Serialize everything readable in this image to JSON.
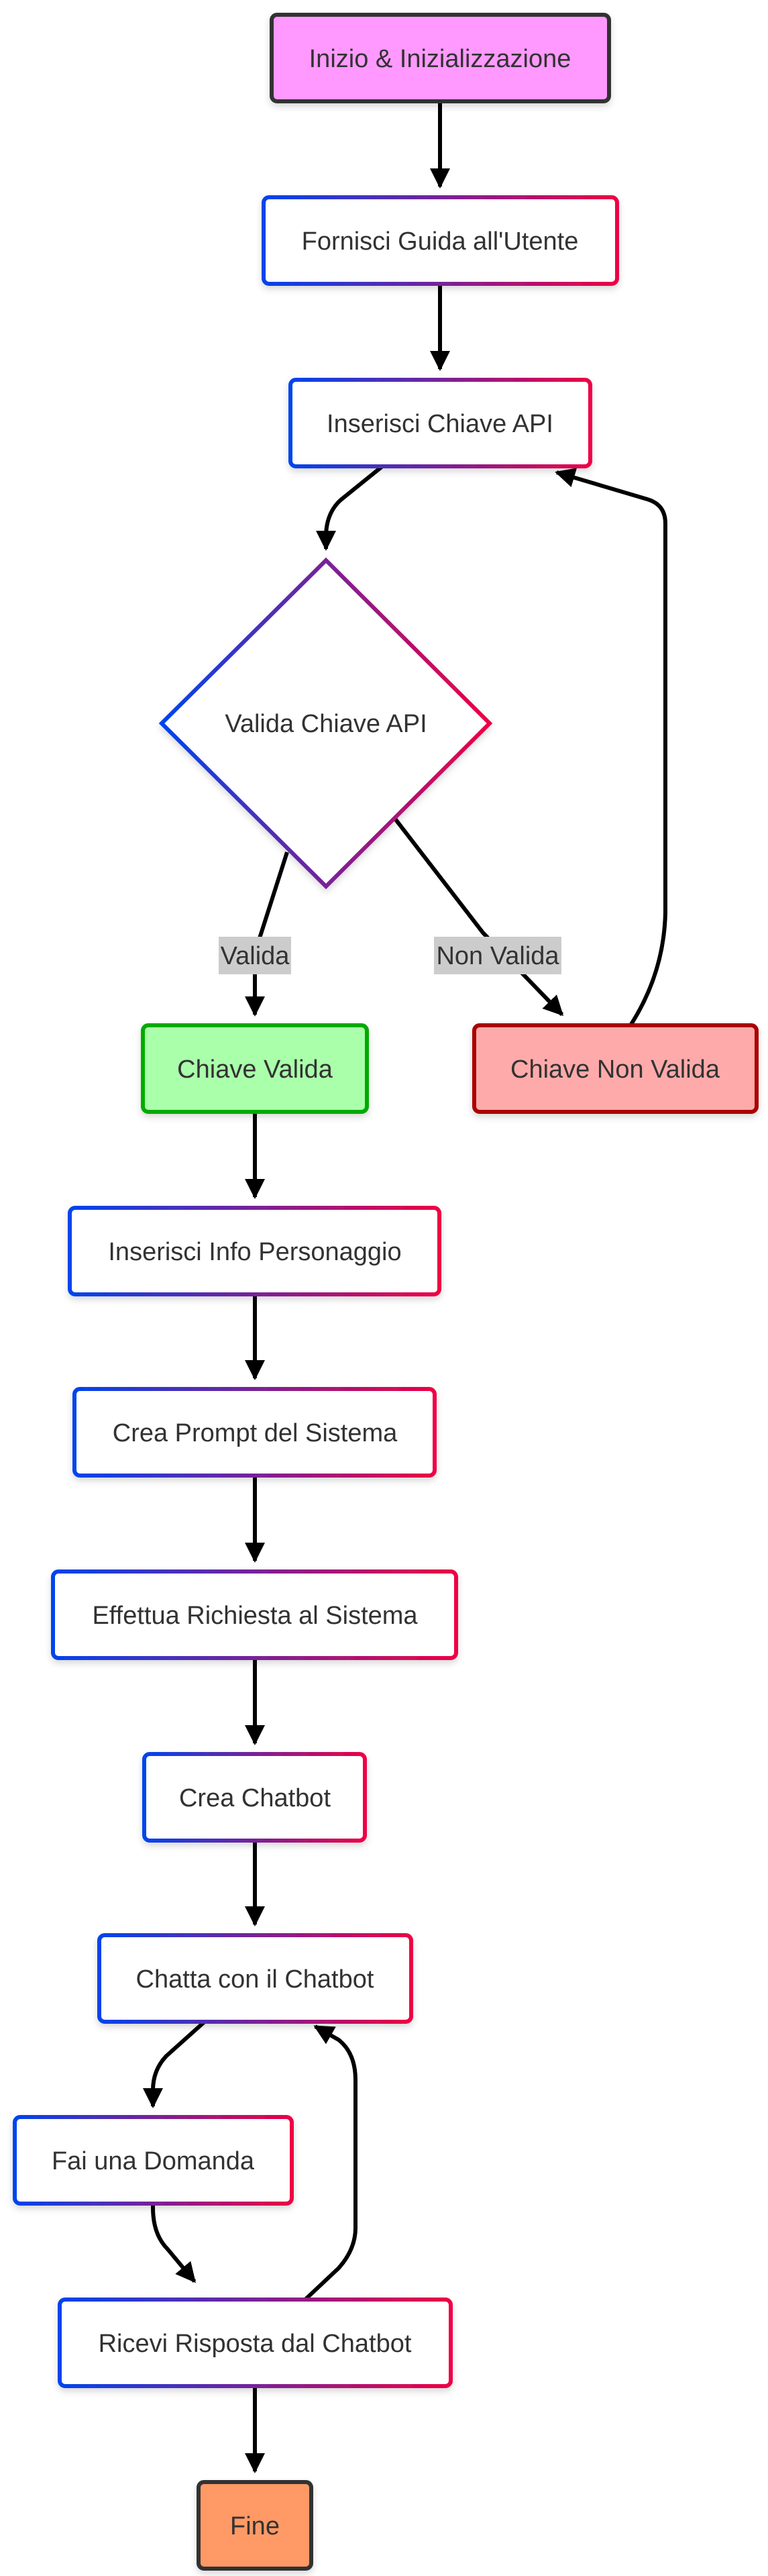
{
  "diagram": {
    "type": "flowchart",
    "direction": "top-down",
    "colors": {
      "gradient_start": "#0044ee",
      "gradient_end": "#ee0044",
      "start_fill": "#ff99ff",
      "start_stroke": "#333333",
      "valid_fill": "#aaffaa",
      "valid_stroke": "#00aa00",
      "invalid_fill": "#ffaaaa",
      "invalid_stroke": "#aa0000",
      "end_fill": "#ff9966",
      "end_stroke": "#333333",
      "edge": "#000000",
      "edge_label_bg": "#cccccc",
      "text": "#333333"
    },
    "nodes": [
      {
        "id": "start",
        "label": "Inizio & Inizializzazione",
        "shape": "rect",
        "style": "start"
      },
      {
        "id": "guide",
        "label": "Fornisci Guida all'Utente",
        "shape": "rect",
        "style": "gradient"
      },
      {
        "id": "apikey",
        "label": "Inserisci Chiave API",
        "shape": "rect",
        "style": "gradient"
      },
      {
        "id": "validate",
        "label": "Valida Chiave API",
        "shape": "diamond",
        "style": "gradient"
      },
      {
        "id": "valid",
        "label": "Chiave Valida",
        "shape": "rect",
        "style": "valid"
      },
      {
        "id": "invalid",
        "label": "Chiave Non Valida",
        "shape": "rect",
        "style": "invalid"
      },
      {
        "id": "charinfo",
        "label": "Inserisci Info Personaggio",
        "shape": "rect",
        "style": "gradient"
      },
      {
        "id": "prompt",
        "label": "Crea Prompt del Sistema",
        "shape": "rect",
        "style": "gradient"
      },
      {
        "id": "request",
        "label": "Effettua Richiesta al Sistema",
        "shape": "rect",
        "style": "gradient"
      },
      {
        "id": "create",
        "label": "Crea Chatbot",
        "shape": "rect",
        "style": "gradient"
      },
      {
        "id": "chat",
        "label": "Chatta con il Chatbot",
        "shape": "rect",
        "style": "gradient"
      },
      {
        "id": "ask",
        "label": "Fai una Domanda",
        "shape": "rect",
        "style": "gradient"
      },
      {
        "id": "receive",
        "label": "Ricevi Risposta dal Chatbot",
        "shape": "rect",
        "style": "gradient"
      },
      {
        "id": "end",
        "label": "Fine",
        "shape": "rect",
        "style": "end"
      }
    ],
    "edges": [
      {
        "from": "start",
        "to": "guide",
        "label": ""
      },
      {
        "from": "guide",
        "to": "apikey",
        "label": ""
      },
      {
        "from": "apikey",
        "to": "validate",
        "label": ""
      },
      {
        "from": "validate",
        "to": "valid",
        "label": "Valida"
      },
      {
        "from": "validate",
        "to": "invalid",
        "label": "Non Valida"
      },
      {
        "from": "invalid",
        "to": "apikey",
        "label": ""
      },
      {
        "from": "valid",
        "to": "charinfo",
        "label": ""
      },
      {
        "from": "charinfo",
        "to": "prompt",
        "label": ""
      },
      {
        "from": "prompt",
        "to": "request",
        "label": ""
      },
      {
        "from": "request",
        "to": "create",
        "label": ""
      },
      {
        "from": "create",
        "to": "chat",
        "label": ""
      },
      {
        "from": "chat",
        "to": "ask",
        "label": ""
      },
      {
        "from": "ask",
        "to": "receive",
        "label": ""
      },
      {
        "from": "receive",
        "to": "chat",
        "label": ""
      },
      {
        "from": "receive",
        "to": "end",
        "label": ""
      }
    ]
  }
}
